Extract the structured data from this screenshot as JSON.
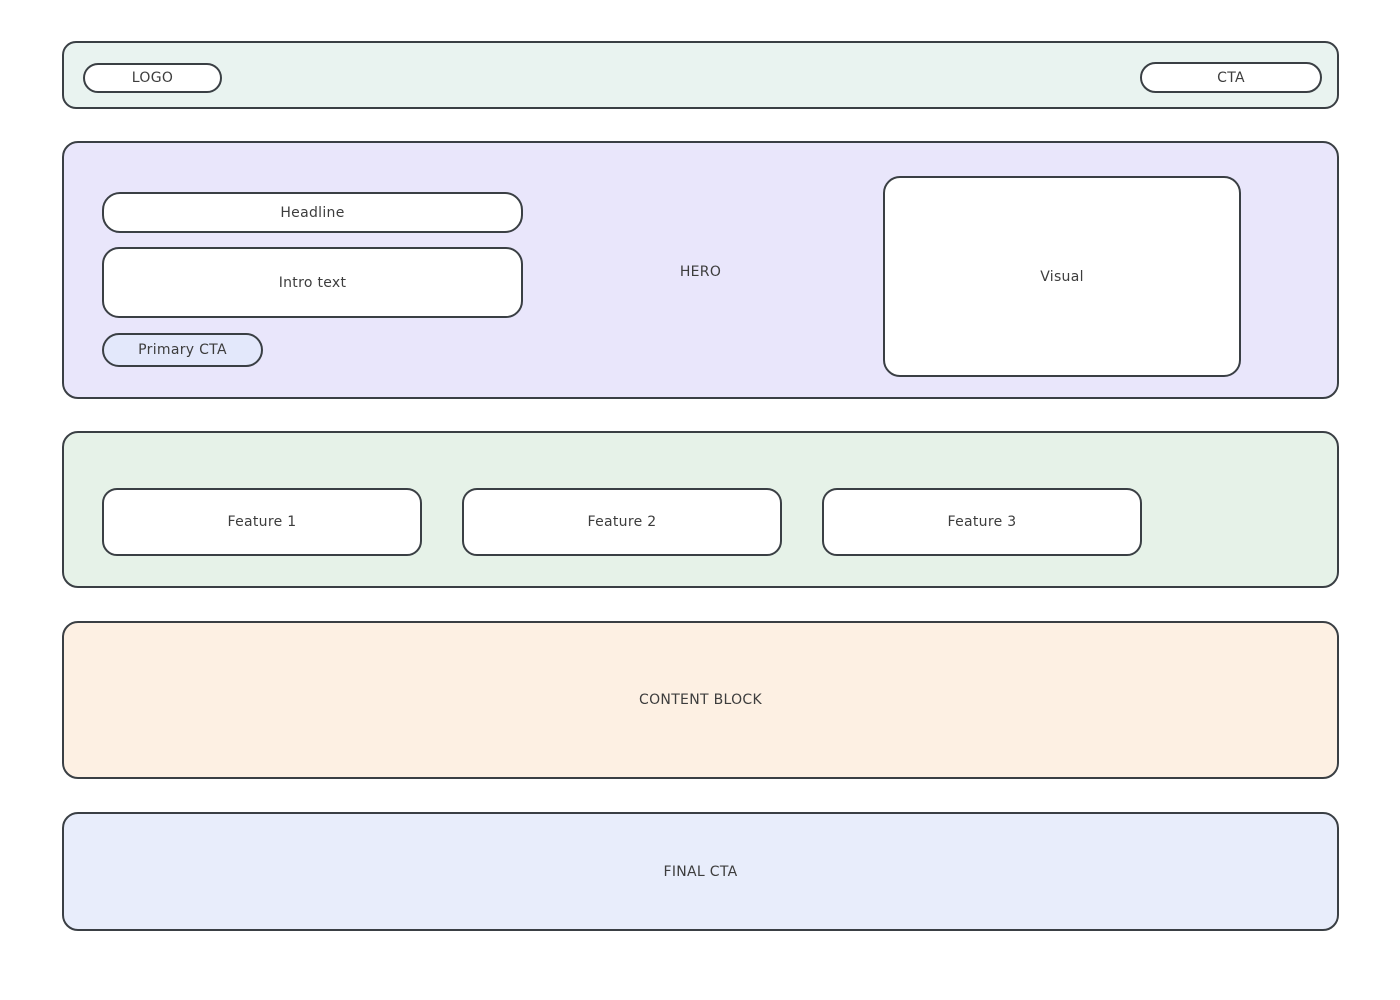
{
  "topbar": {
    "logo_label": "LOGO",
    "cta_label": "CTA",
    "bg": "#e9f3f0"
  },
  "hero": {
    "label": "HERO",
    "headline_label": "Headline",
    "intro_label": "Intro text",
    "primary_cta_label": "Primary CTA",
    "visual_label": "Visual",
    "bg": "#e9e6fb",
    "primary_cta_bg": "#e3e8fb"
  },
  "features": {
    "bg": "#e6f2e8",
    "items": [
      {
        "label": "Feature 1"
      },
      {
        "label": "Feature 2"
      },
      {
        "label": "Feature 3"
      }
    ]
  },
  "content_block": {
    "label": "CONTENT BLOCK",
    "bg": "#fdf0e3"
  },
  "final_cta": {
    "label": "FINAL CTA",
    "bg": "#e8edfb"
  },
  "colors": {
    "border": "#3a3f44",
    "text": "#3d3d3d",
    "page_bg": "#ffffff"
  }
}
